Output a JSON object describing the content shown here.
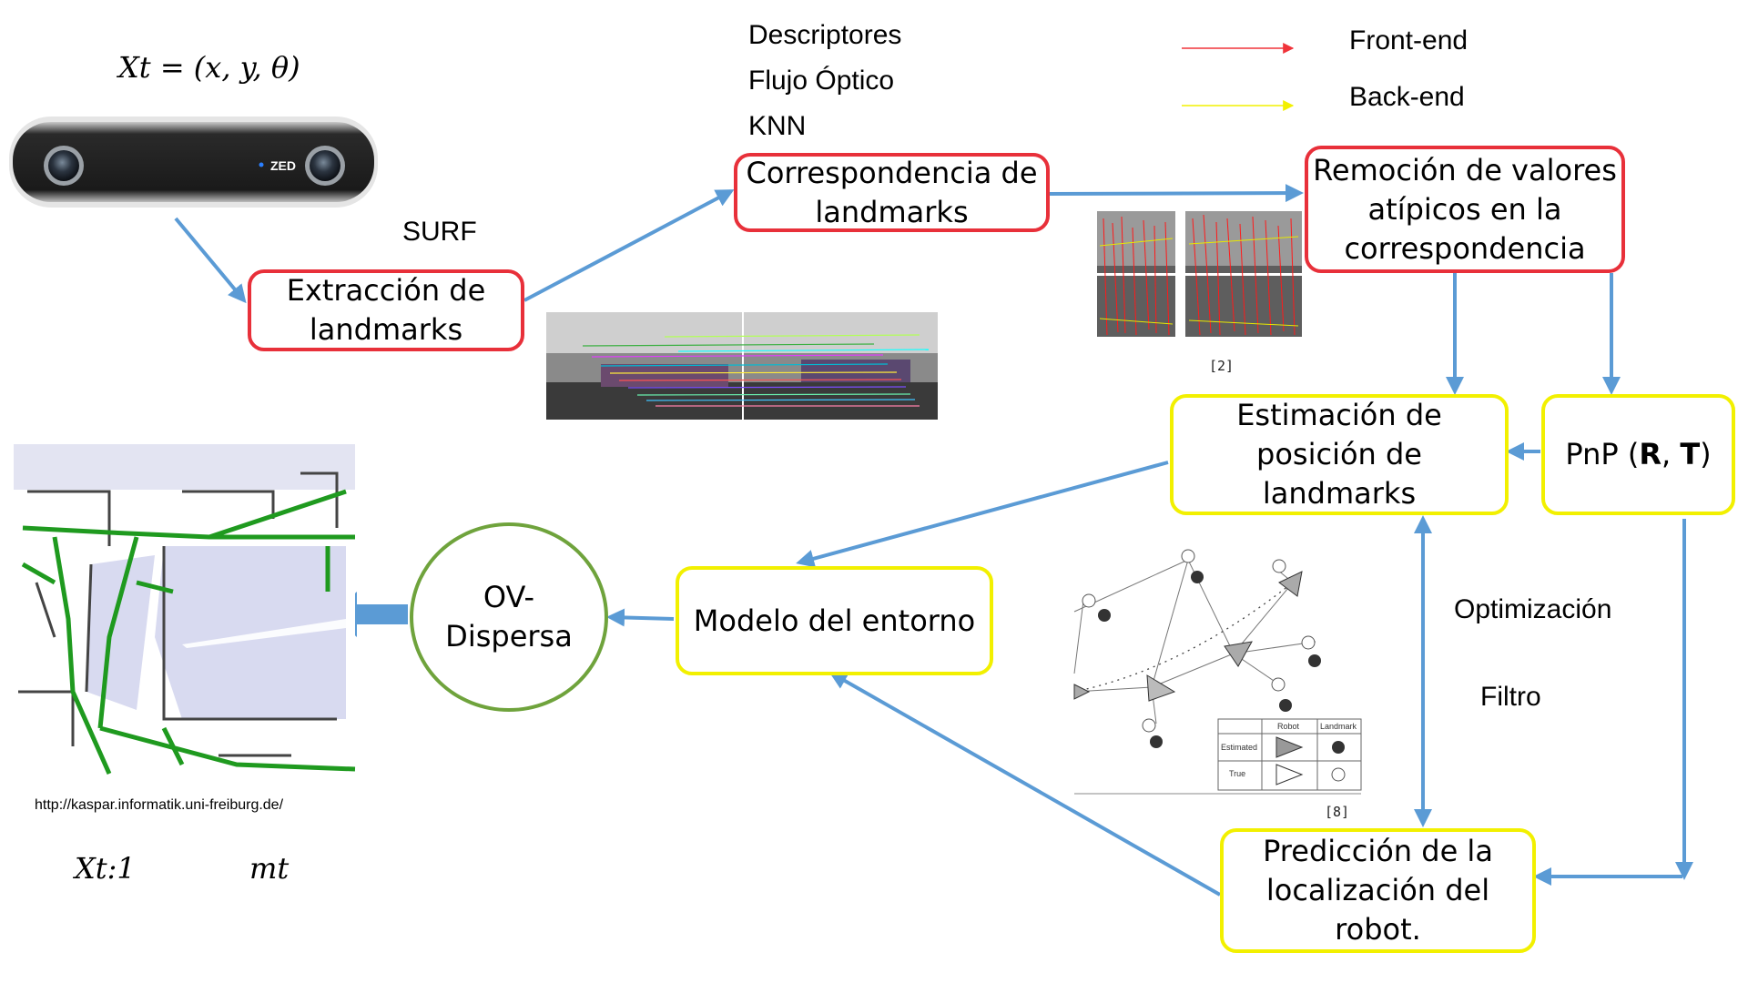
{
  "title_formula": "Xt = (x, y, θ)",
  "camera": {
    "brand": "ZED"
  },
  "labels": {
    "surf": "SURF",
    "descriptores": "Descriptores",
    "flujo": "Flujo Óptico",
    "knn": "KNN",
    "optimizacion": "Optimización",
    "filtro": "Filtro",
    "url": "http://kaspar.informatik.uni-freiburg.de/",
    "x_t1": "Xt:1",
    "m_t": "mt",
    "ref2": "[2]",
    "ref8": "[8]"
  },
  "legend": {
    "front": "Front-end",
    "back": "Back-end",
    "front_color": "#f0333a",
    "back_color": "#f2f000"
  },
  "boxes": {
    "extraccion": "Extracción de\nlandmarks",
    "correspondencia": "Correspondencia de\nlandmarks",
    "remocion": "Remoción de valores\natípicos en la\ncorrespondencia",
    "estimacion": "Estimación de\nposición de\nlandmarks",
    "pnp_pre": "PnP (",
    "pnp_r": "R",
    "pnp_sep": ", ",
    "pnp_t": "T",
    "pnp_post": ")",
    "modelo": "Modelo del entorno",
    "prediccion": "Predicción de la\nlocalización del\nrobot.",
    "ov": "OV-\nDispersa"
  },
  "slam_legend": {
    "col_robot": "Robot",
    "col_landmark": "Landmark",
    "row_estimated": "Estimated",
    "row_true": "True"
  },
  "colors": {
    "arrow": "#5b9bd5",
    "red_border": "#e8303a",
    "yellow_border": "#f2f000",
    "circle_border": "#6fa33c",
    "map_green": "#1f9a1f",
    "map_bg": "#d8daf0"
  }
}
